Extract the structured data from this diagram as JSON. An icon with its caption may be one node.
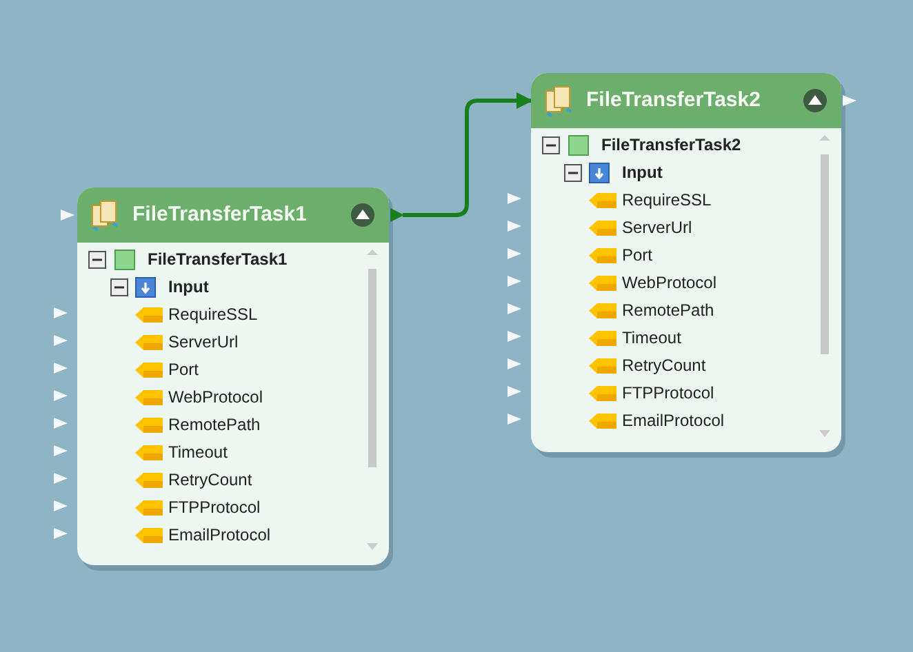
{
  "diagram": {
    "nodes": [
      {
        "text": [
          "FileTransferTask1",
          "FileTransferTask1",
          "Input",
          "RequireSSL",
          "ServerUrl",
          "Port",
          "WebProtocol",
          "RemotePath",
          "Timeout",
          "RetryCount",
          "FTPProtocol",
          "EmailProtocol"
        ]
      },
      {
        "text": [
          "FileTransferTask2",
          "FileTransferTask2",
          "Input",
          "RequireSSL",
          "ServerUrl",
          "Port",
          "WebProtocol",
          "RemotePath",
          "Timeout",
          "RetryCount",
          "FTPProtocol",
          "EmailProtocol"
        ]
      }
    ],
    "edges": [
      {
        "from": 0,
        "to": 1,
        "arrow": "to"
      }
    ]
  }
}
